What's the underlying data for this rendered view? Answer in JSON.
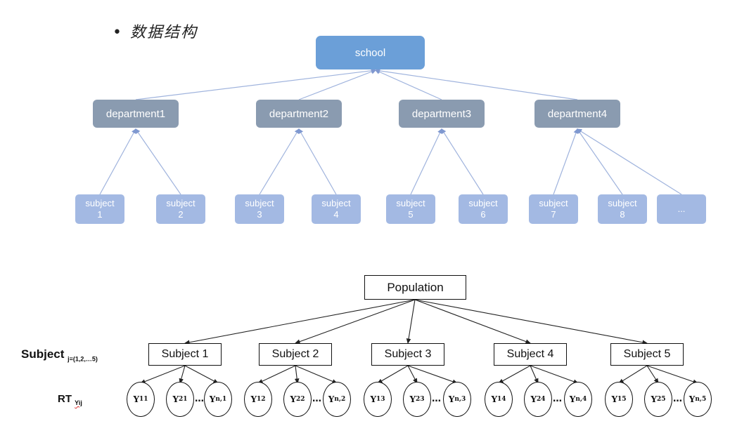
{
  "heading": {
    "bullet": "•",
    "text": "数据结构"
  },
  "top_tree": {
    "root": "school",
    "departments": [
      "department1",
      "department2",
      "department3",
      "department4"
    ],
    "subjects": [
      {
        "line1": "subject",
        "line2": "1",
        "dept": 0
      },
      {
        "line1": "subject",
        "line2": "2",
        "dept": 0
      },
      {
        "line1": "subject",
        "line2": "3",
        "dept": 1
      },
      {
        "line1": "subject",
        "line2": "4",
        "dept": 1
      },
      {
        "line1": "subject",
        "line2": "5",
        "dept": 2
      },
      {
        "line1": "subject",
        "line2": "6",
        "dept": 2
      },
      {
        "line1": "subject",
        "line2": "7",
        "dept": 3
      },
      {
        "line1": "subject",
        "line2": "8",
        "dept": 3
      },
      {
        "line1": "...",
        "line2": "",
        "dept": 3
      }
    ]
  },
  "bottom_tree": {
    "root": "Population",
    "subject_label": {
      "main": "Subject",
      "sub": "j=(1,2,…5)"
    },
    "rt_label": {
      "main": "RT",
      "sub": "Yij"
    },
    "subjects": [
      "Subject 1",
      "Subject 2",
      "Subject 3",
      "Subject 4",
      "Subject 5"
    ],
    "ellipsis": "…",
    "leaves": [
      [
        {
          "base": "Y",
          "sub": "11"
        },
        {
          "base": "Y",
          "sub": "21"
        },
        {
          "base": "Y",
          "sub": "n,1"
        }
      ],
      [
        {
          "base": "Y",
          "sub": "12"
        },
        {
          "base": "Y",
          "sub": "22"
        },
        {
          "base": "Y",
          "sub": "n,2"
        }
      ],
      [
        {
          "base": "Y",
          "sub": "13"
        },
        {
          "base": "Y",
          "sub": "23"
        },
        {
          "base": "Y",
          "sub": "n,3"
        }
      ],
      [
        {
          "base": "Y",
          "sub": "14"
        },
        {
          "base": "Y",
          "sub": "24"
        },
        {
          "base": "Y",
          "sub": "n,4"
        }
      ],
      [
        {
          "base": "Y",
          "sub": "15"
        },
        {
          "base": "Y",
          "sub": "25"
        },
        {
          "base": "Y",
          "sub": "n,5"
        }
      ]
    ]
  },
  "colors": {
    "top_edge": "#9fb3dd",
    "bottom_edge": "#222222"
  }
}
